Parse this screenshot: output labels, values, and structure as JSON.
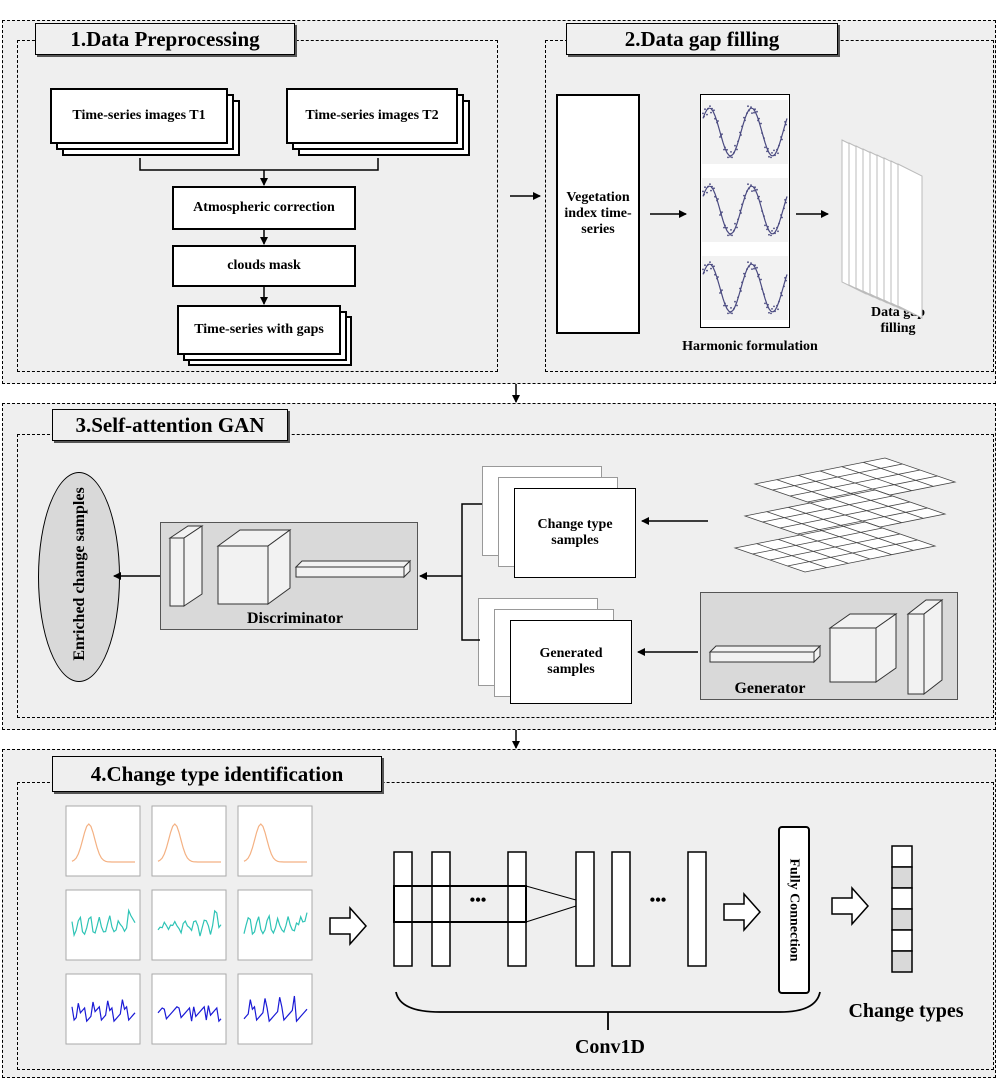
{
  "stage1": {
    "title": "1.Data Preprocessing",
    "images_t1": "Time-series images T1",
    "images_t2": "Time-series images T2",
    "atmospheric": "Atmospheric correction",
    "clouds": "clouds mask",
    "gaps": "Time-series with gaps"
  },
  "stage2": {
    "title": "2.Data gap filling",
    "vegetation": "Vegetation index time-series",
    "harmonic": "Harmonic formulation",
    "gap_filling": "Data gap filling"
  },
  "stage3": {
    "title": "3.Self-attention GAN",
    "enriched": "Enriched change samples",
    "discriminator": "Discriminator",
    "change_type_samples": "Change type samples",
    "generated_samples": "Generated samples",
    "generator": "Generator"
  },
  "stage4": {
    "title": "4.Change type identification",
    "ellipsis1": "•••",
    "ellipsis2": "•••",
    "fully_connection": "Fully Connection",
    "change_types": "Change types",
    "conv1d": "Conv1D"
  },
  "colors": {
    "panel": "#efefef",
    "curve_row1": "#f4b183",
    "curve_row2": "#2ec4b6",
    "curve_row3": "#1a1ad6",
    "harmonic_points": "#4a4a80"
  }
}
